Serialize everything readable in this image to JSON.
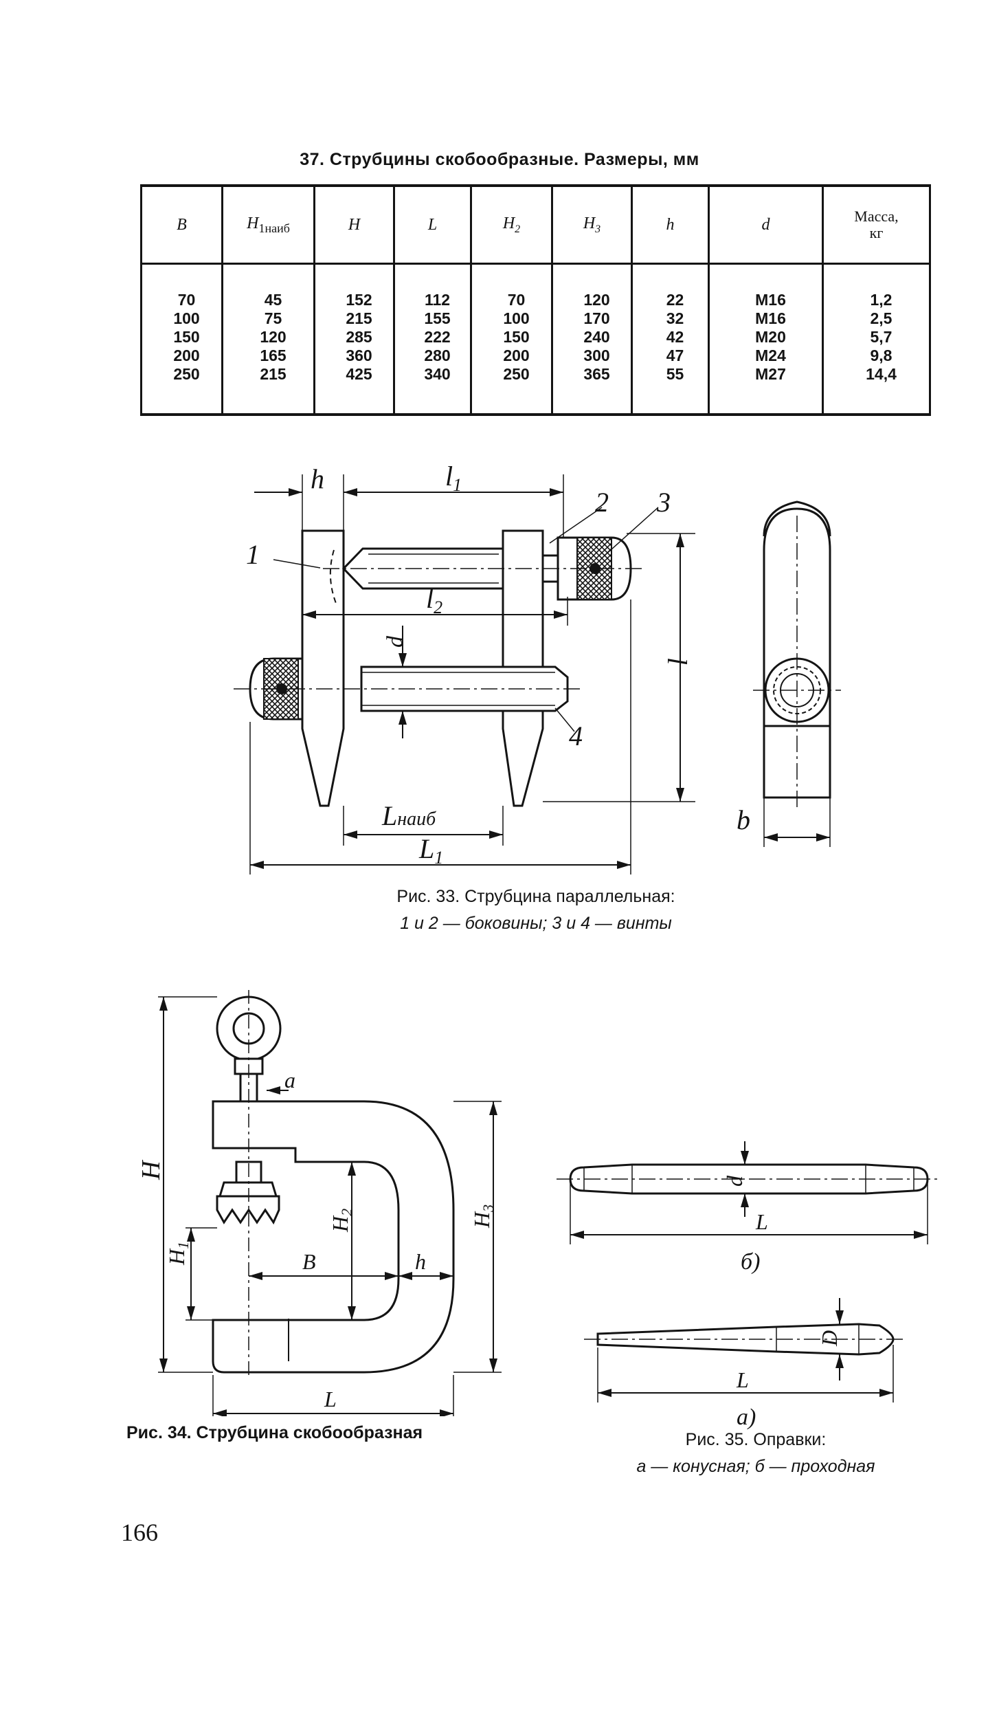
{
  "table": {
    "title": "37. Струбцины скобообразные. Размеры, мм",
    "headers": [
      "B",
      "H",
      "H",
      "L",
      "H",
      "H",
      "h",
      "d",
      "Масса,"
    ],
    "header_subs": [
      "",
      "1наиб",
      "",
      "",
      "2",
      "3",
      "",
      "",
      "кг"
    ],
    "columns": [
      [
        "70",
        "100",
        "150",
        "200",
        "250"
      ],
      [
        "45",
        "75",
        "120",
        "165",
        "215"
      ],
      [
        "152",
        "215",
        "285",
        "360",
        "425"
      ],
      [
        "112",
        "155",
        "222",
        "280",
        "340"
      ],
      [
        "70",
        "100",
        "150",
        "200",
        "250"
      ],
      [
        "120",
        "170",
        "240",
        "300",
        "365"
      ],
      [
        "22",
        "32",
        "42",
        "47",
        "55"
      ],
      [
        "M16",
        "M16",
        "M20",
        "M24",
        "M27"
      ],
      [
        "1,2",
        "2,5",
        "5,7",
        "9,8",
        "14,4"
      ]
    ]
  },
  "fig33": {
    "labels": {
      "h": "h",
      "l1": "l",
      "l1_sub": "1",
      "n2": "2",
      "n3": "3",
      "n1": "1",
      "l2": "l",
      "l2_sub": "2",
      "d": "d",
      "l": "l",
      "n4": "4",
      "lnaib": "L",
      "lnaib_sub": "наиб",
      "L1": "L",
      "L1_sub": "1",
      "b": "b"
    },
    "caption_line1": "Рис. 33. Струбцина параллельная:",
    "caption_line2": "1 и 2 — боковины; 3 и 4 — винты"
  },
  "fig34": {
    "labels": {
      "a": "a",
      "H": "H",
      "H1": "H",
      "H1_sub": "1",
      "H2": "H",
      "H2_sub": "2",
      "H3": "H",
      "H3_sub": "3",
      "B": "B",
      "h": "h",
      "L": "L"
    },
    "caption": "Рис. 34. Струбцина скобообразная"
  },
  "fig35": {
    "labels": {
      "d": "d",
      "L_b": "L",
      "b": "б)",
      "D": "D",
      "L_a": "L",
      "a": "а)"
    },
    "caption_line1": "Рис. 35. Оправки:",
    "caption_line2": "а — конусная; б — проходная"
  },
  "page_number": "166"
}
